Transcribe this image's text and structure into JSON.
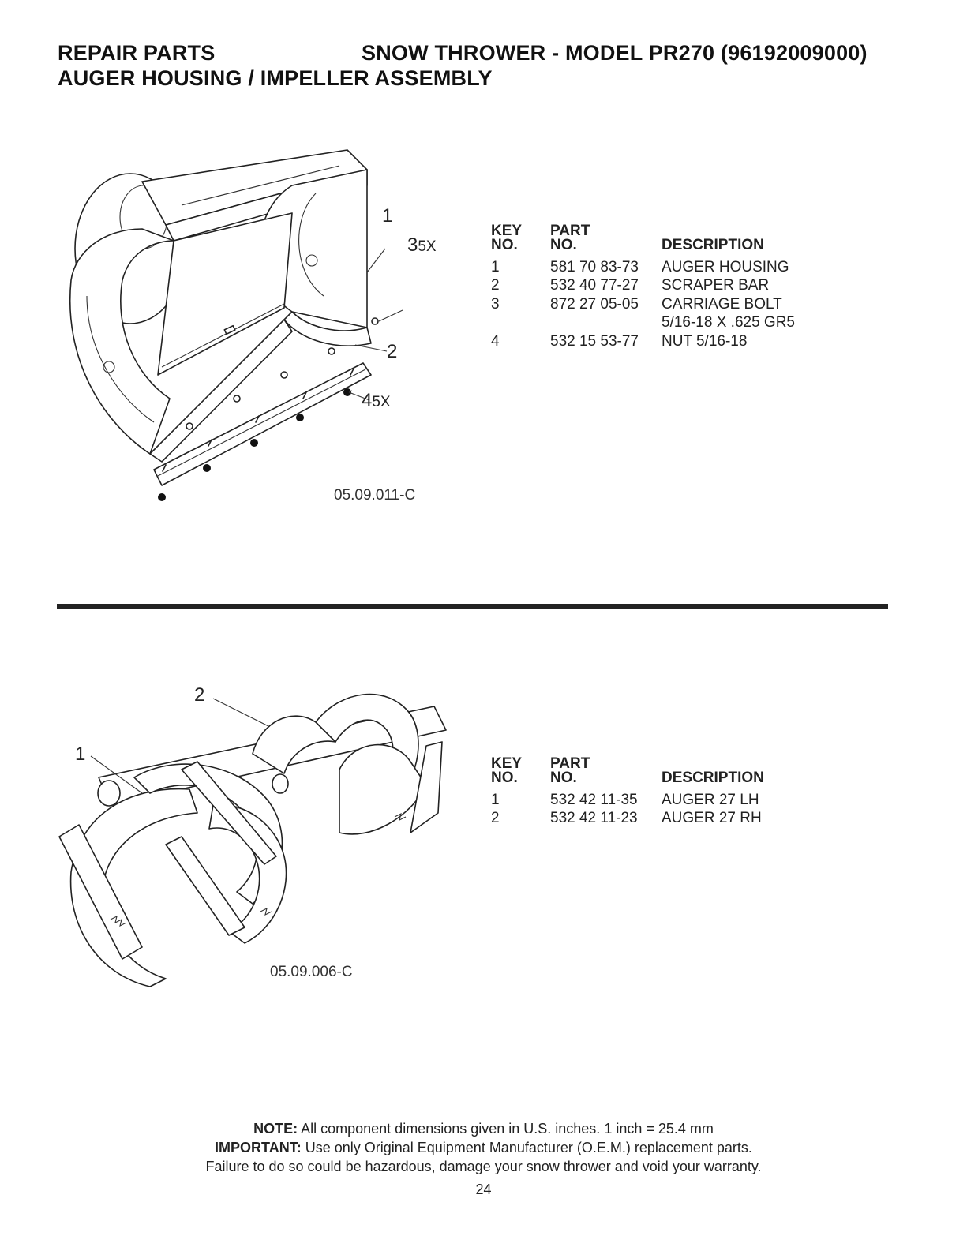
{
  "header": {
    "section": "REPAIR PARTS",
    "product": "SNOW THROWER - MODEL  PR270  (96192009000)",
    "subtitle": "AUGER HOUSING / IMPELLER ASSEMBLY"
  },
  "housing": {
    "callouts": {
      "c1": "1",
      "c2": "2",
      "c3": "3",
      "c3x": "5X",
      "c4": "4",
      "c4x": "5X"
    },
    "figure_id": "05.09.011-C",
    "table": {
      "key_label": [
        "KEY",
        "NO."
      ],
      "part_label": [
        "PART",
        "NO."
      ],
      "desc_label": "DESCRIPTION",
      "rows": [
        {
          "key": "1",
          "part": "581 70 83-73",
          "desc": "AUGER HOUSING",
          "desc2": ""
        },
        {
          "key": "2",
          "part": "532 40 77-27",
          "desc": "SCRAPER BAR",
          "desc2": ""
        },
        {
          "key": "3",
          "part": "872 27 05-05",
          "desc": "CARRIAGE BOLT",
          "desc2": "5/16-18 X .625 GR5"
        },
        {
          "key": "4",
          "part": "532 15 53-77",
          "desc": "NUT 5/16-18",
          "desc2": ""
        }
      ]
    }
  },
  "auger": {
    "callouts": {
      "c1": "1",
      "c2": "2"
    },
    "figure_id": "05.09.006-C",
    "table": {
      "key_label": [
        "KEY",
        "NO."
      ],
      "part_label": [
        "PART",
        "NO."
      ],
      "desc_label": "DESCRIPTION",
      "rows": [
        {
          "key": "1",
          "part": "532 42 11-35",
          "desc": "AUGER 27 LH"
        },
        {
          "key": "2",
          "part": "532 42 11-23",
          "desc": "AUGER 27 RH"
        }
      ]
    }
  },
  "footer": {
    "note_label": "NOTE:",
    "note_text": " All component dimensions given in U.S. inches.    1 inch = 25.4 mm",
    "important_label": "IMPORTANT:",
    "important_text": " Use only Original Equipment Manufacturer (O.E.M.) replacement parts.",
    "warning": "Failure to do so could be hazardous, damage your snow thrower and void your warranty.",
    "page_number": "24"
  }
}
